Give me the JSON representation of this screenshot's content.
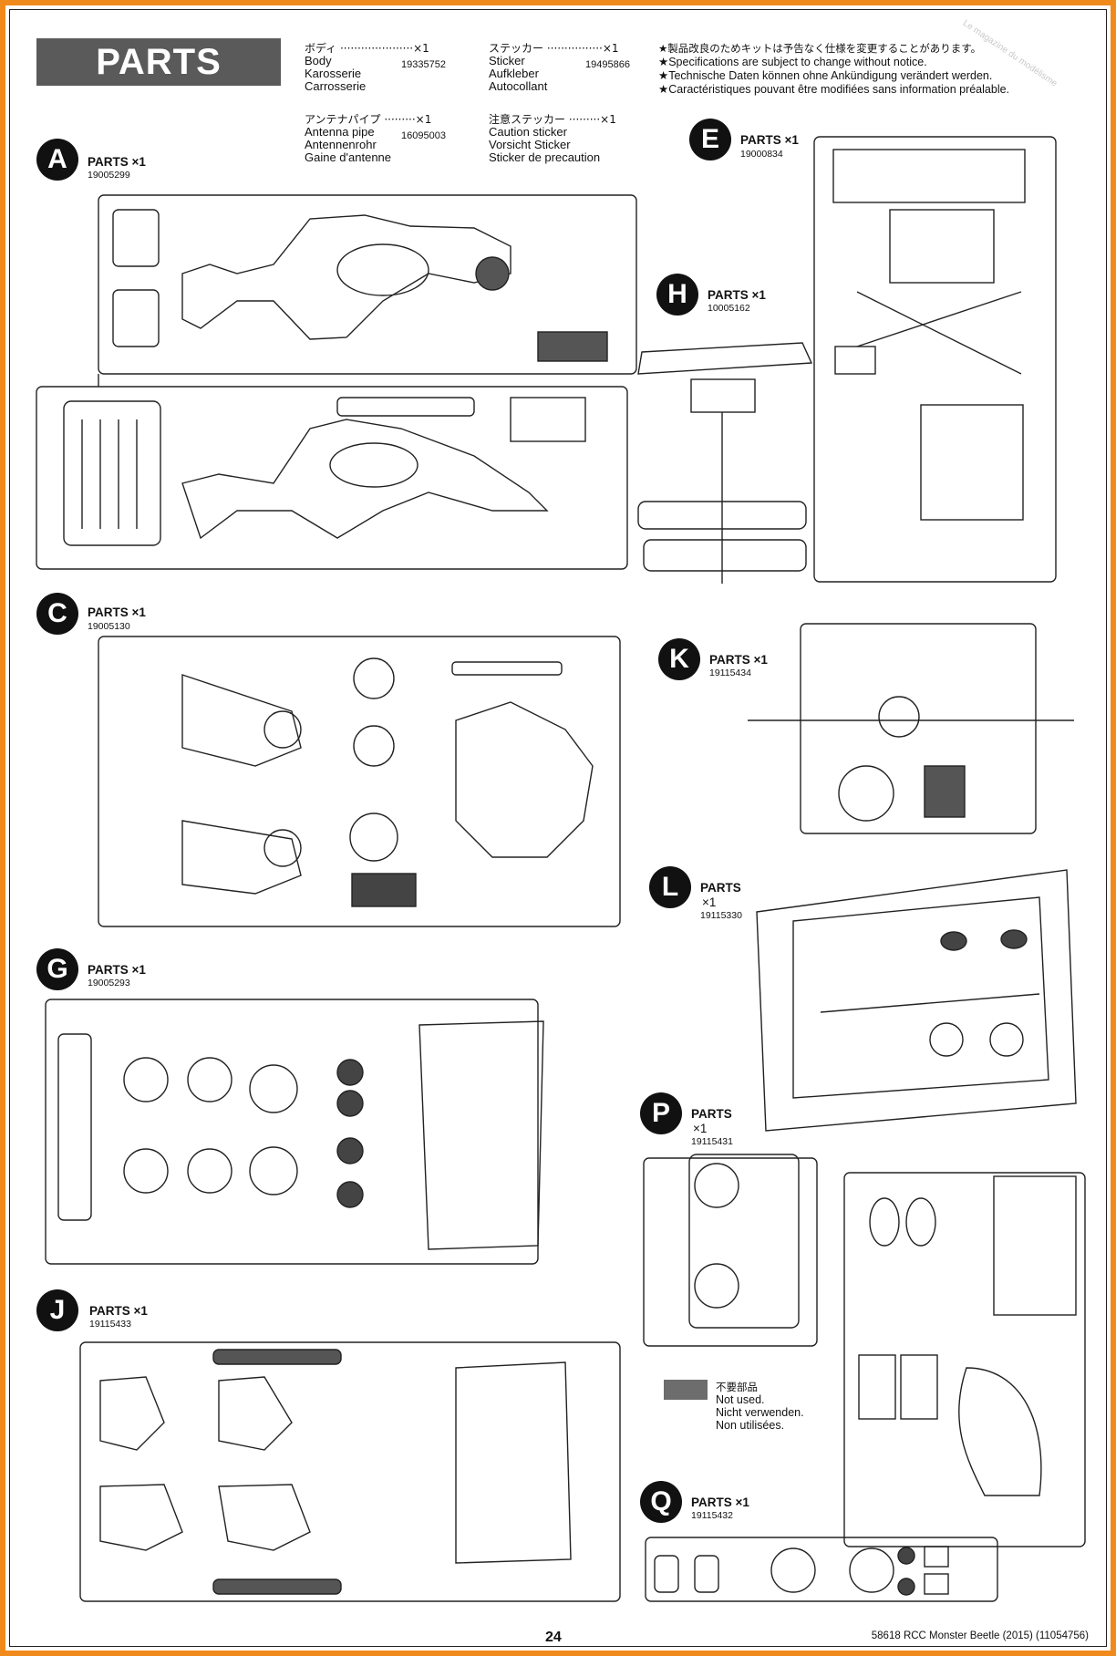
{
  "header": {
    "title": "PARTS",
    "bom": [
      {
        "jp": "ボディ ·····················×1",
        "en": "Body",
        "de": "Karosserie",
        "fr": "Carrosserie",
        "num": "19335752"
      },
      {
        "jp": "ステッカー ················×1",
        "en": "Sticker",
        "de": "Aufkleber",
        "fr": "Autocollant",
        "num": "19495866"
      },
      {
        "jp": "アンテナパイプ ·········×1",
        "en": "Antenna pipe",
        "de": "Antennenrohr",
        "fr": "Gaine d'antenne",
        "num": "16095003"
      },
      {
        "jp": "注意ステッカー ·········×1",
        "en": "Caution sticker",
        "de": "Vorsicht Sticker",
        "fr": "Sticker de precaution",
        "num": ""
      }
    ],
    "notes": [
      "★製品改良のためキットは予告なく仕様を変更することがあります。",
      "★Specifications are subject to change without notice.",
      "★Technische Daten können ohne Ankündigung verändert werden.",
      "★Caractéristiques pouvant être modifiées sans information préalable."
    ],
    "watermark": "Le magazine du modélisme"
  },
  "sprues": [
    {
      "letter": "A",
      "label": "PARTS ×1",
      "number": "19005299"
    },
    {
      "letter": "E",
      "label": "PARTS ×1",
      "number": "19000834"
    },
    {
      "letter": "H",
      "label": "PARTS ×1",
      "number": "10005162"
    },
    {
      "letter": "C",
      "label": "PARTS ×1",
      "number": "19005130"
    },
    {
      "letter": "K",
      "label": "PARTS ×1",
      "number": "19115434"
    },
    {
      "letter": "L",
      "label": "PARTS",
      "label2": "×1",
      "number": "19115330"
    },
    {
      "letter": "G",
      "label": "PARTS ×1",
      "number": "19005293"
    },
    {
      "letter": "P",
      "label": "PARTS",
      "label2": "×1",
      "number": "19115431"
    },
    {
      "letter": "J",
      "label": "PARTS ×1",
      "number": "19115433"
    },
    {
      "letter": "Q",
      "label": "PARTS ×1",
      "number": "19115432"
    }
  ],
  "legend": {
    "swatch_color": "#6d6d6d",
    "jp": "不要部品",
    "en": "Not used.",
    "de": "Nicht verwenden.",
    "fr": "Non utilisées."
  },
  "footer": {
    "page": "24",
    "product": "58618 RCC Monster Beetle (2015) (11054756)"
  }
}
